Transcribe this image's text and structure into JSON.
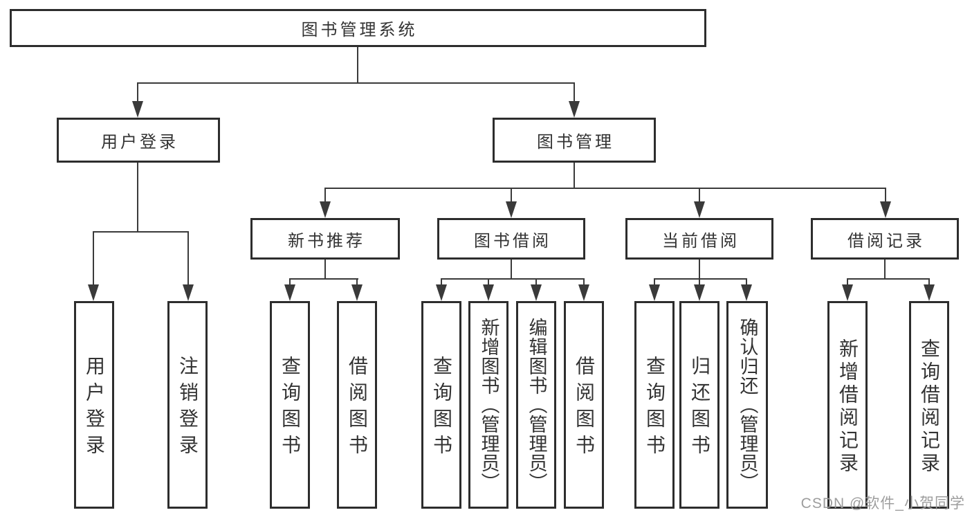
{
  "diagram": {
    "root": {
      "label": "图书管理系统"
    },
    "branches": [
      {
        "label": "用户登录",
        "children": [
          {
            "label": "用户登录"
          },
          {
            "label": "注销登录"
          }
        ]
      },
      {
        "label": "图书管理",
        "children": [
          {
            "label": "新书推荐",
            "children": [
              {
                "label": "查询图书"
              },
              {
                "label": "借阅图书"
              }
            ]
          },
          {
            "label": "图书借阅",
            "children": [
              {
                "label": "查询图书"
              },
              {
                "label": "新增图书（管理员）"
              },
              {
                "label": "编辑图书（管理员）"
              },
              {
                "label": "借阅图书"
              }
            ]
          },
          {
            "label": "当前借阅",
            "children": [
              {
                "label": "查询图书"
              },
              {
                "label": "归还图书"
              },
              {
                "label": "确认归还（管理员）"
              }
            ]
          },
          {
            "label": "借阅记录",
            "children": [
              {
                "label": "新增借阅记录"
              },
              {
                "label": "查询借阅记录"
              }
            ]
          }
        ]
      }
    ]
  },
  "watermark": {
    "text": "CSDN @软件_小贺同学"
  },
  "colors": {
    "background": "#ffffff",
    "box_border": "#2d2d2d",
    "connector": "#3a3a3a",
    "text": "#333333",
    "watermark": "#9d9d9d"
  }
}
